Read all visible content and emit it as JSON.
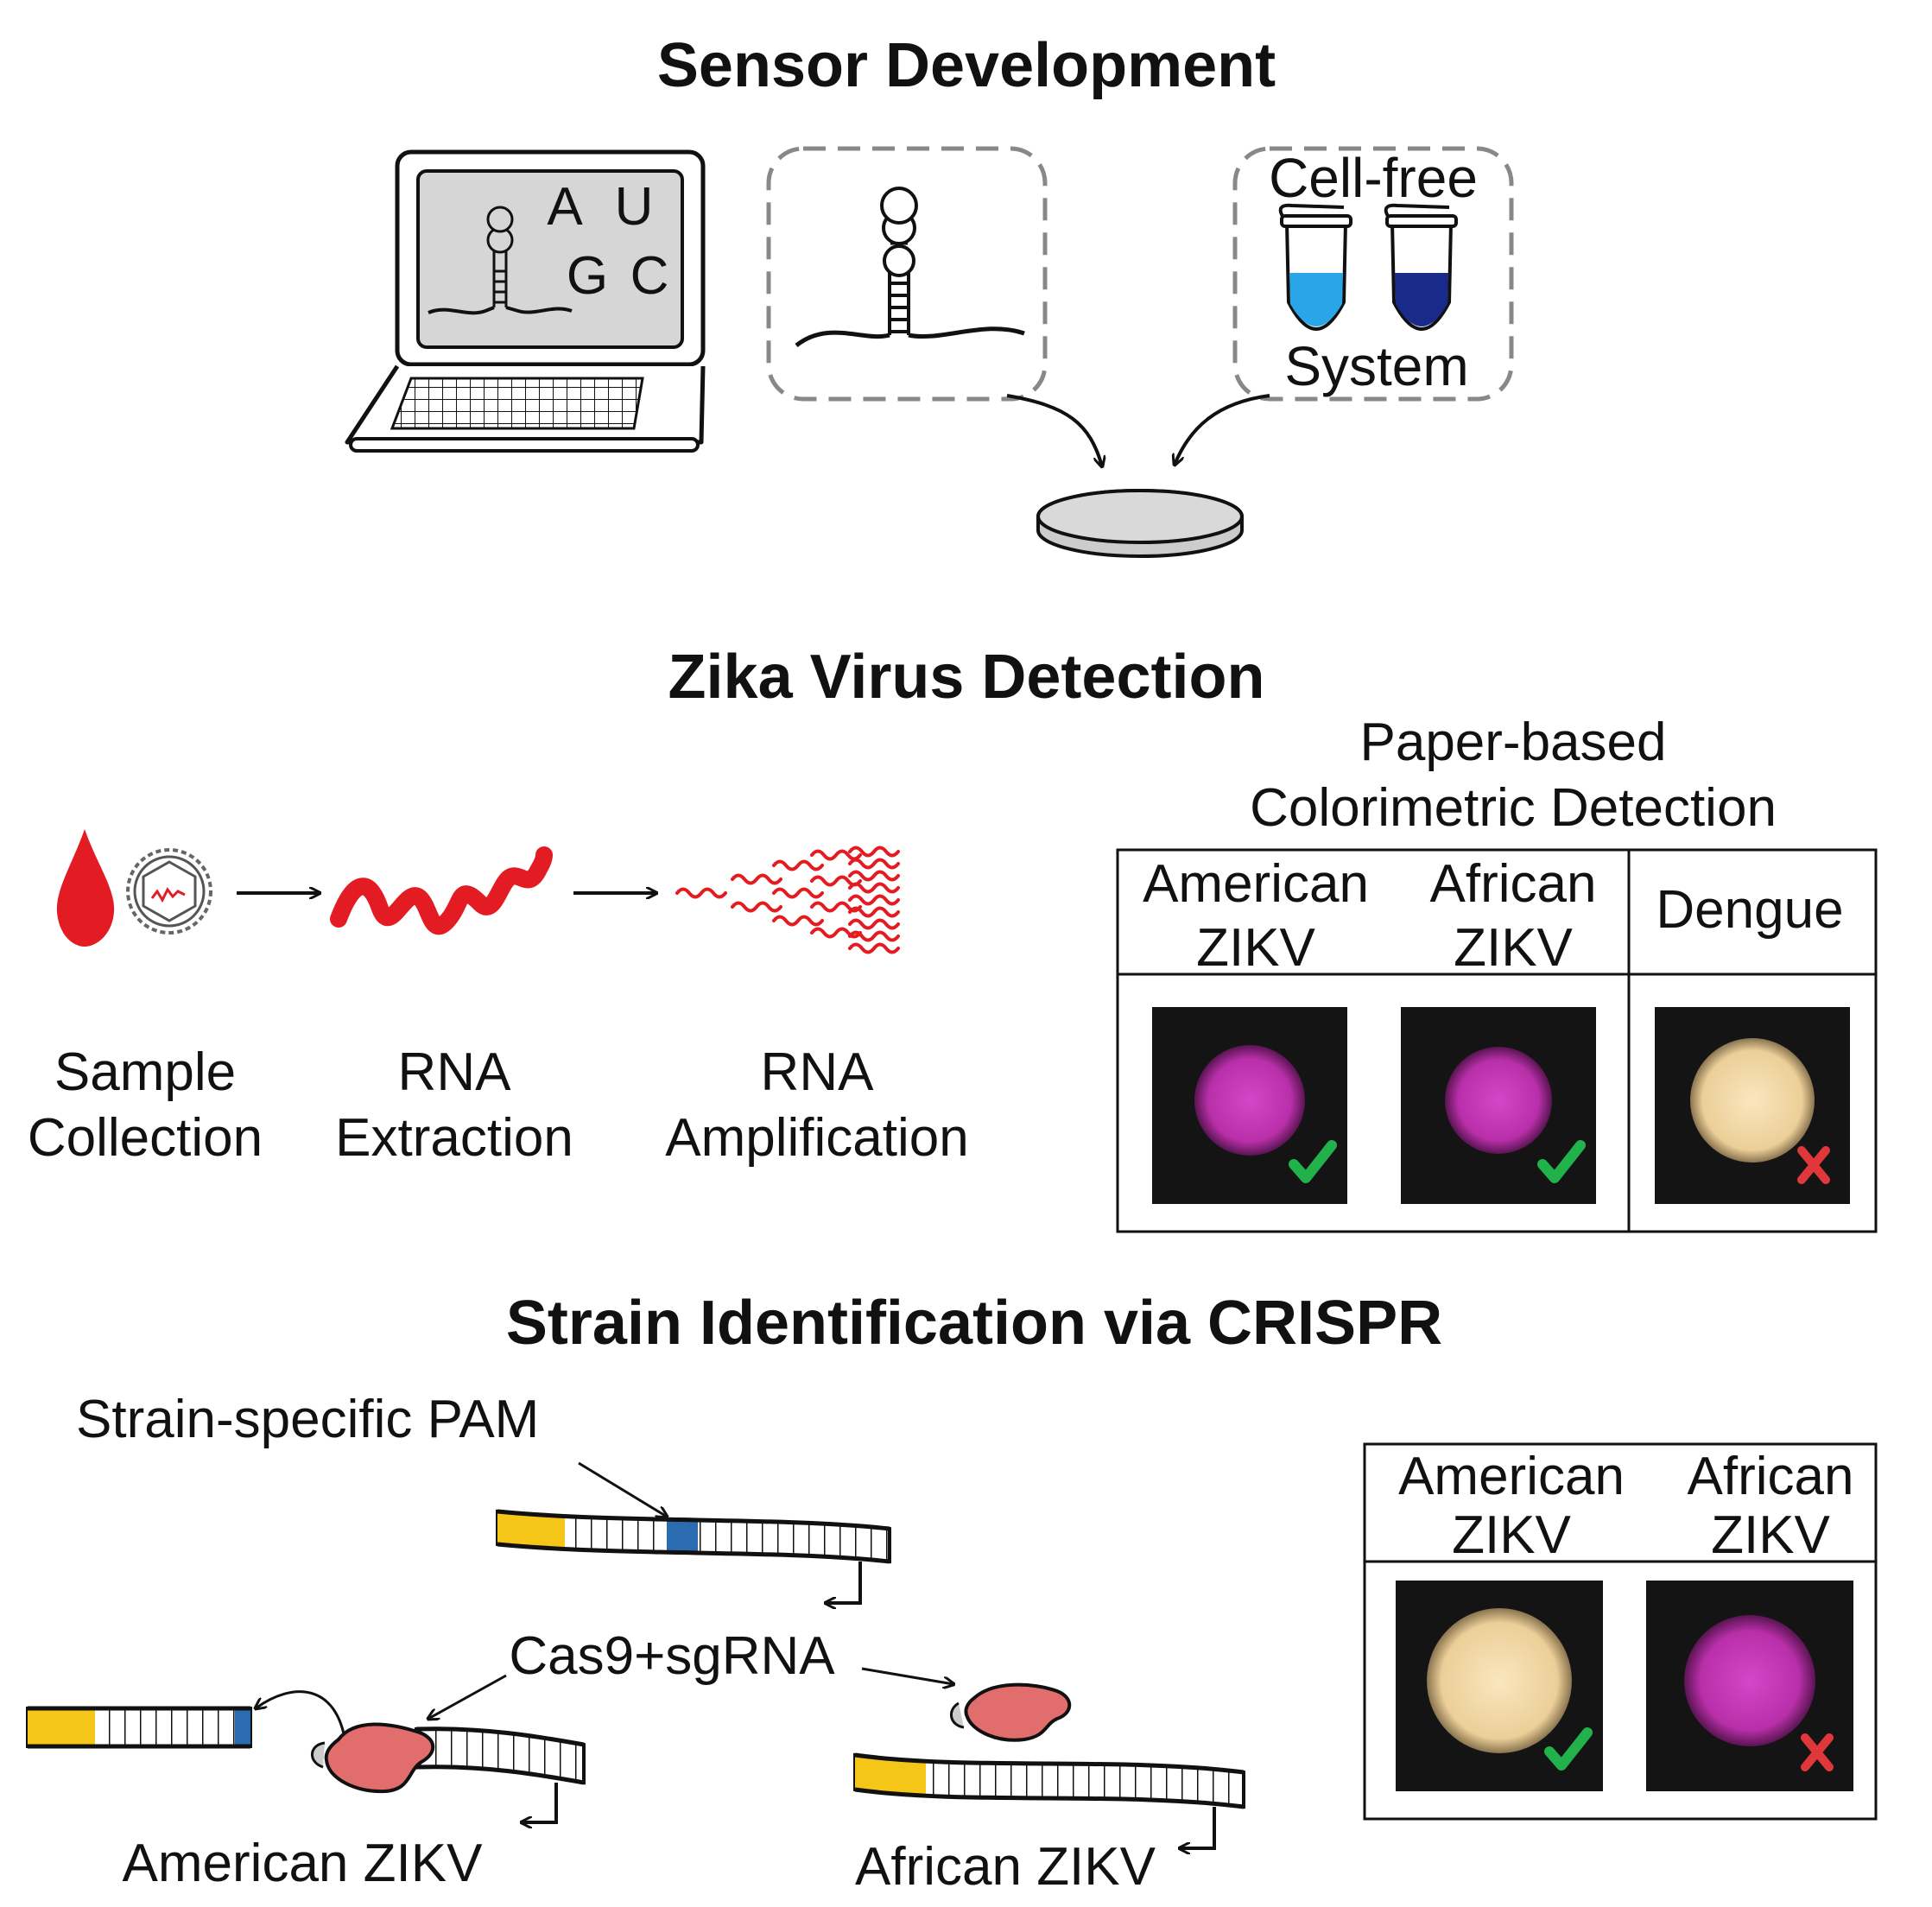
{
  "sections": {
    "sensor_development": {
      "title": "Sensor Development",
      "laptop_letters": [
        "A",
        "U",
        "G",
        "C"
      ],
      "cellfree_label_top": "Cell-free",
      "cellfree_label_bottom": "System",
      "tube_colors": [
        "#2aa6e8",
        "#1a2a8a"
      ]
    },
    "zika_detection": {
      "title": "Zika Virus Detection",
      "steps": [
        {
          "line1": "Sample",
          "line2": "Collection"
        },
        {
          "line1": "RNA",
          "line2": "Extraction"
        },
        {
          "line1": "RNA",
          "line2": "Amplification"
        }
      ],
      "paper_title_line1": "Paper-based",
      "paper_title_line2": "Colorimetric Detection",
      "table_headers": [
        {
          "line1": "American",
          "line2": "ZIKV"
        },
        {
          "line1": "African",
          "line2": "ZIKV"
        },
        {
          "line1": "Dengue",
          "line2": ""
        }
      ],
      "results": [
        {
          "color": "#c53bb4",
          "mark": "check"
        },
        {
          "color": "#c53bb4",
          "mark": "check"
        },
        {
          "color": "#f2d4a2",
          "mark": "cross"
        }
      ]
    },
    "strain_identification": {
      "title": "Strain Identification via CRISPR",
      "pam_label": "Strain-specific PAM",
      "cas_label": "Cas9+sgRNA",
      "american_label": "American ZIKV",
      "african_label": "African ZIKV",
      "table_headers": [
        {
          "line1": "American",
          "line2": "ZIKV"
        },
        {
          "line1": "African",
          "line2": "ZIKV"
        }
      ],
      "results": [
        {
          "color": "#f0d7ab",
          "mark": "check"
        },
        {
          "color": "#b43ab0",
          "mark": "cross"
        }
      ]
    }
  },
  "colors": {
    "red": "#e31b23",
    "check": "#22b24c",
    "cross": "#e0373a",
    "pam_yellow": "#f5c518",
    "pam_blue": "#2b6cb0",
    "cas9": "#e26d6d",
    "photo_bg": "#141414"
  }
}
